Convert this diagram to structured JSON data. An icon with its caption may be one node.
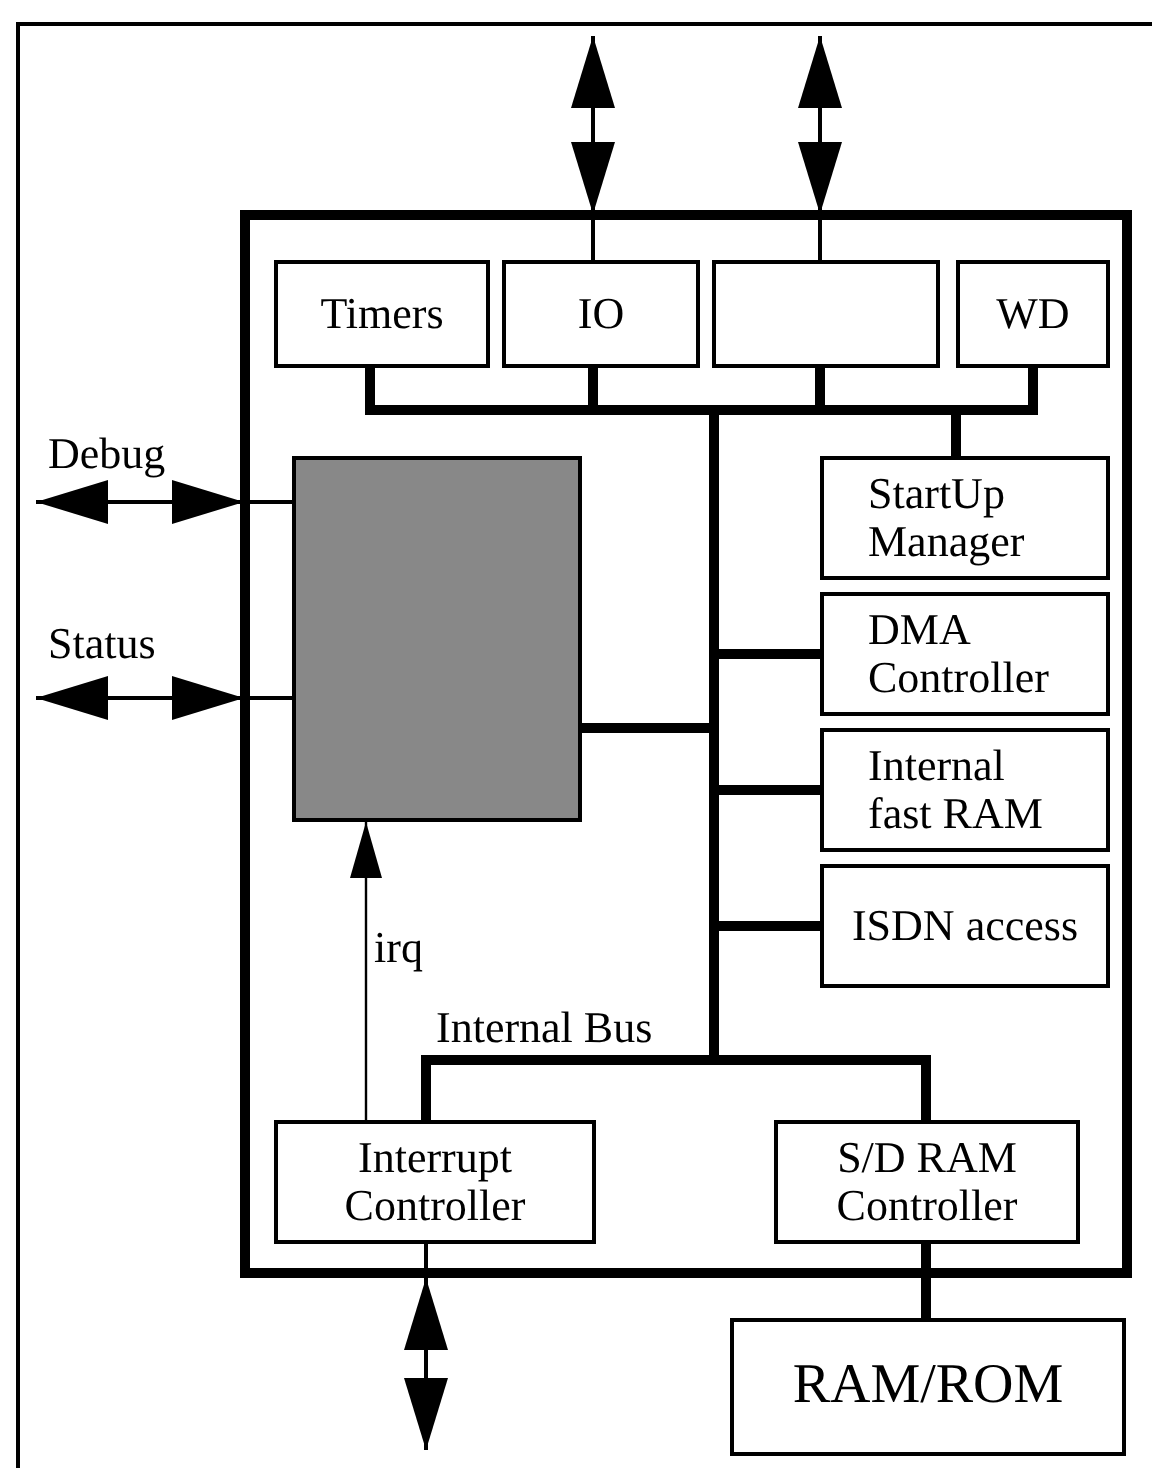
{
  "diagram": {
    "nodes": [
      {
        "text": [],
        "shape": "box"
      },
      {
        "text": [
          "Timers"
        ],
        "in": 0
      },
      {
        "text": [
          "IO"
        ],
        "in": 0
      },
      {
        "text": [],
        "shape": "box",
        "in": 0
      },
      {
        "text": [
          "WD"
        ],
        "in": 0
      },
      {
        "text": [],
        "shape": "box",
        "in": 0
      },
      {
        "text": [
          "StartUp Manager"
        ],
        "in": 0
      },
      {
        "text": [
          "DMA Controller"
        ],
        "in": 0
      },
      {
        "text": [
          "Internal fast RAM"
        ],
        "in": 0
      },
      {
        "text": [
          "ISDN access"
        ],
        "in": 0
      },
      {
        "text": [
          "Interrupt Controller"
        ],
        "in": 0
      },
      {
        "text": [
          "S/D RAM Controller"
        ],
        "in": 0
      },
      {
        "text": [
          "RAM/ROM"
        ]
      }
    ],
    "edges": [
      {
        "from": 5,
        "to": 1,
        "arrow": "none"
      },
      {
        "from": 5,
        "to": 2,
        "arrow": "none"
      },
      {
        "from": 5,
        "to": 3,
        "arrow": "none"
      },
      {
        "from": 5,
        "to": 4,
        "arrow": "none"
      },
      {
        "from": 5,
        "to": 6,
        "arrow": "none"
      },
      {
        "from": 5,
        "to": 7,
        "arrow": "none"
      },
      {
        "from": 5,
        "to": 8,
        "arrow": "none"
      },
      {
        "from": 5,
        "to": 9,
        "arrow": "none"
      },
      {
        "from": 5,
        "to": 10,
        "arrow": "none"
      },
      {
        "from": 5,
        "to": 11,
        "arrow": "none"
      },
      {
        "from": null,
        "to": 5,
        "arrow": "both",
        "label": "Debug"
      },
      {
        "from": null,
        "to": 5,
        "arrow": "both",
        "label": "Status"
      },
      {
        "from": 2,
        "to": null,
        "arrow": "both"
      },
      {
        "from": 3,
        "to": null,
        "arrow": "both"
      },
      {
        "from": 10,
        "to": null,
        "arrow": "both"
      },
      {
        "from": 10,
        "to": 5,
        "arrow": "to",
        "label": "irq"
      },
      {
        "from": 11,
        "to": 12,
        "arrow": "none"
      }
    ],
    "labels": [
      "Internal Bus"
    ]
  }
}
